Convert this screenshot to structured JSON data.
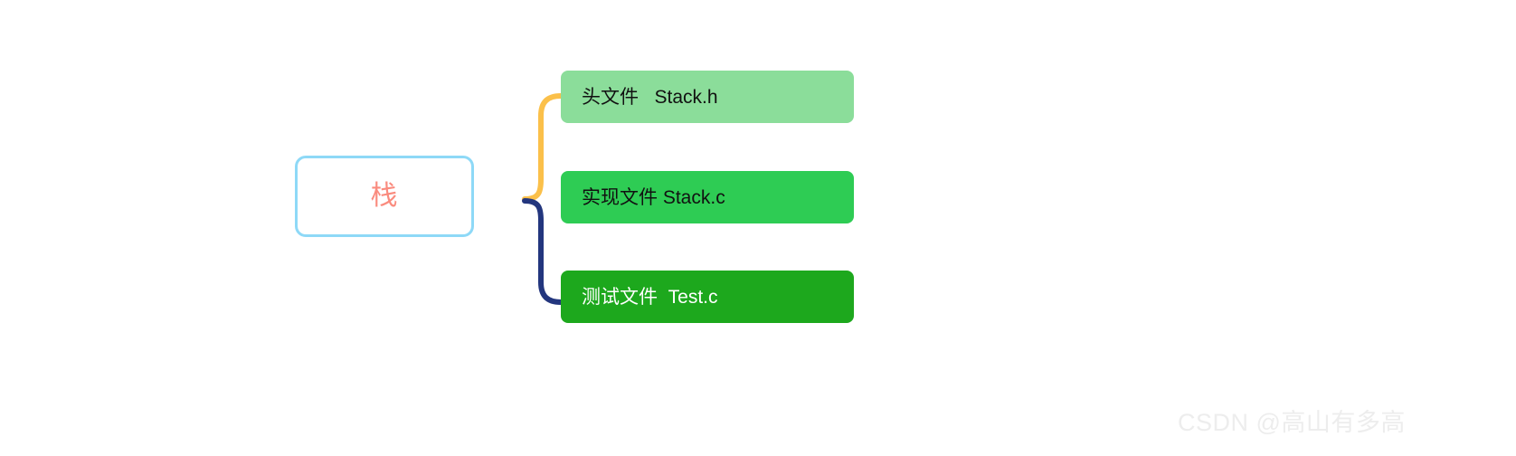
{
  "diagram": {
    "type": "mindmap-bracket",
    "root": {
      "label": "栈",
      "text_color": "#FA8B7E",
      "border_color": "#8ED9F7",
      "fill": "#FFFFFF"
    },
    "connector": {
      "upper_branch_color": "#FBC council",
      "branches": [
        {
          "name": "upper-branch",
          "color": "#FBC04A"
        },
        {
          "name": "lower-branch",
          "color": "#23367E"
        }
      ]
    },
    "leaves": [
      {
        "name": "header-file",
        "label": "头文件   Stack.h",
        "fill": "#8BDD9A",
        "text_color": "#111111"
      },
      {
        "name": "implementation-file",
        "label": "实现文件 Stack.c",
        "fill": "#2ECC54",
        "text_color": "#111111"
      },
      {
        "name": "test-file",
        "label": "测试文件  Test.c",
        "fill": "#1DA81D",
        "text_color": "#FFFFFF"
      }
    ]
  },
  "watermark": {
    "text": "CSDN @高山有多高",
    "color": "#EDEDED"
  }
}
